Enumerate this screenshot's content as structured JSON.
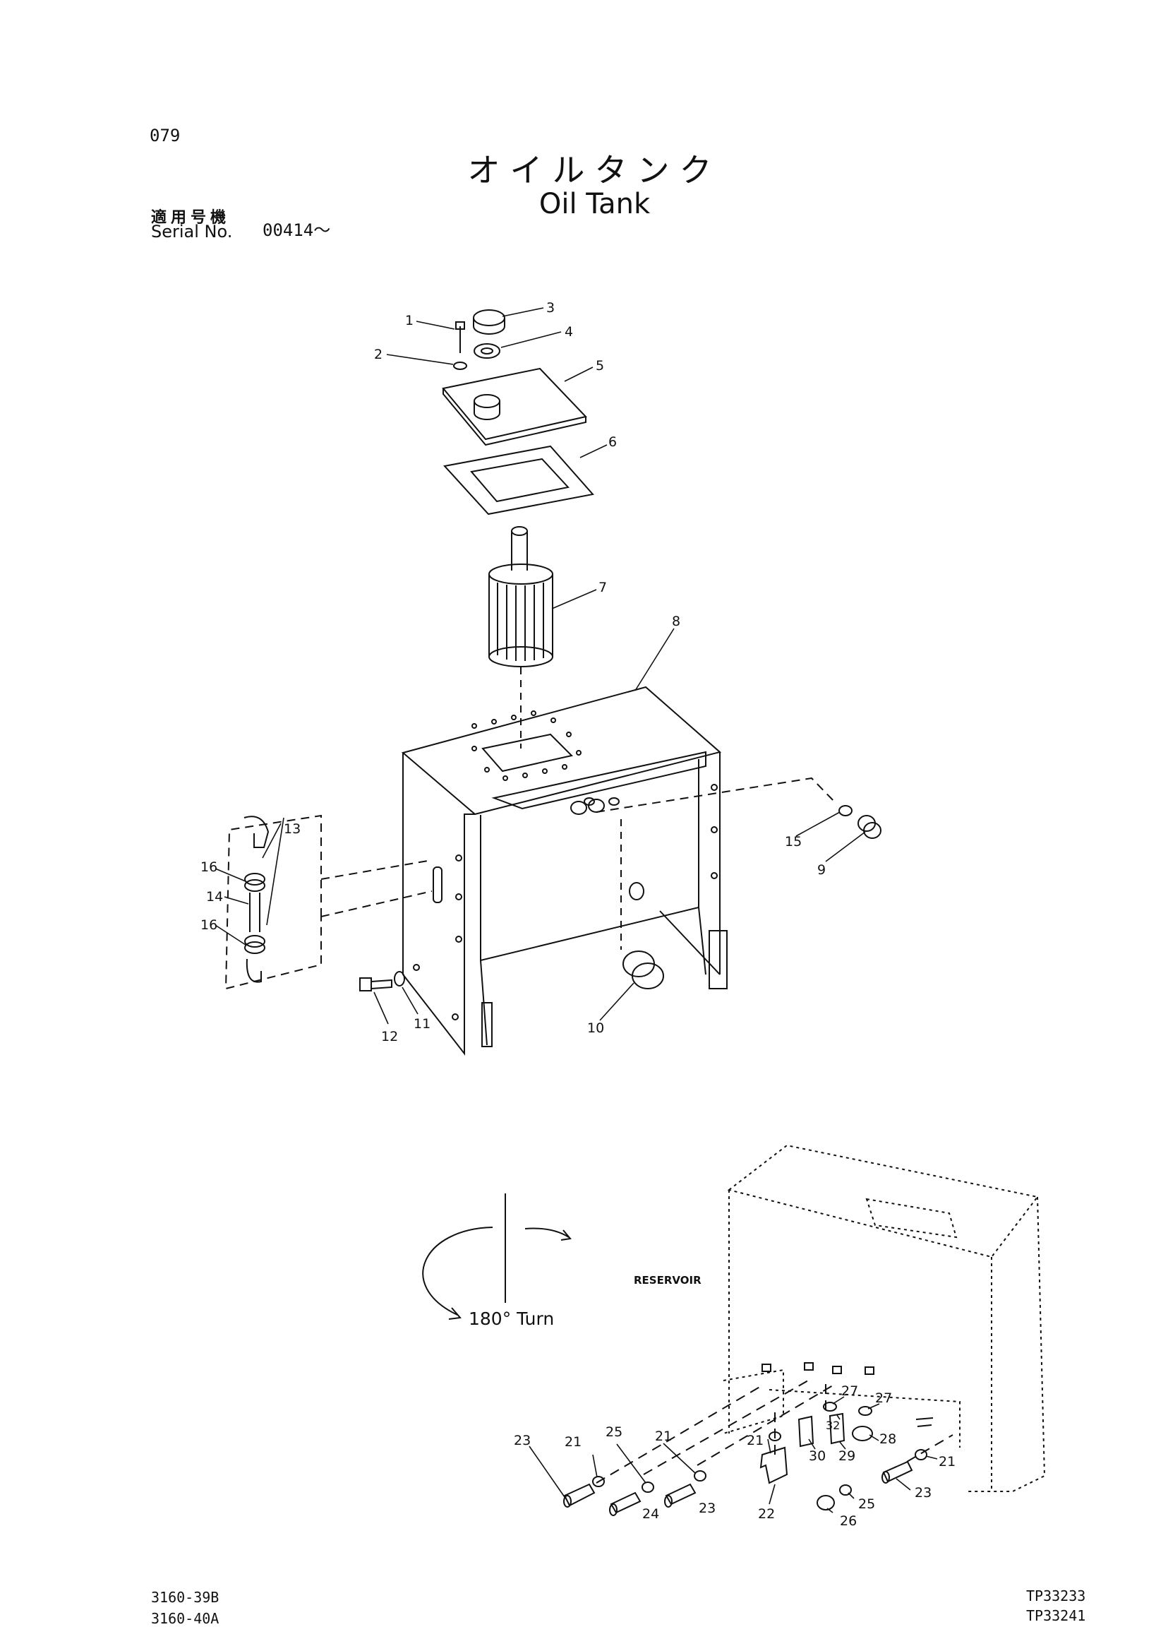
{
  "header": {
    "page_number": "079",
    "title_ja": "オイルタンク",
    "title_en": "Oil Tank",
    "serial_label_ja": "適用号機",
    "serial_label_en": "Serial No.",
    "serial_value": "00414～"
  },
  "diagram": {
    "callouts": [
      "1",
      "2",
      "3",
      "4",
      "5",
      "6",
      "7",
      "8",
      "9",
      "10",
      "11",
      "12",
      "13",
      "14",
      "15",
      "16",
      "16",
      "21",
      "21",
      "21",
      "21",
      "22",
      "23",
      "23",
      "23",
      "24",
      "25",
      "25",
      "26",
      "27",
      "27",
      "28",
      "29",
      "30",
      "32"
    ],
    "reservoir_label": "RESERVOIR",
    "turn_label": "180° Turn"
  },
  "footer": {
    "left_codes": [
      "3160-39B",
      "3160-40A"
    ],
    "right_codes": [
      "TP33233",
      "TP33241"
    ]
  }
}
